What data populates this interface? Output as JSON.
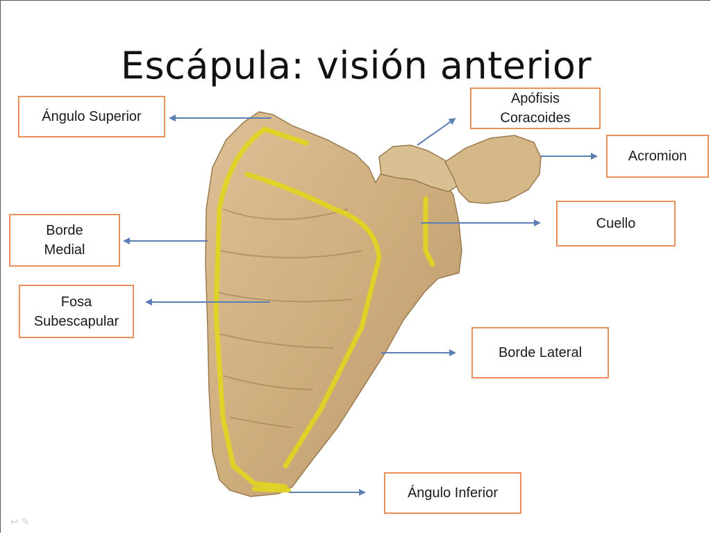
{
  "title": "Escápula: visión anterior",
  "labels": {
    "angulo_superior": "Ángulo Superior",
    "apofisis_coracoides": "Apófisis\nCoracoides",
    "acromion": "Acromion",
    "borde_medial": "Borde\nMedial",
    "cuello": "Cuello",
    "fosa_subescapular": "Fosa\nSubescapular",
    "borde_lateral": "Borde Lateral",
    "angulo_inferior": "Ángulo Inferior"
  },
  "colors": {
    "bone": "#cfae7e",
    "bone_shadow": "#a88658",
    "highlight": "#e3d51f",
    "arrow": "#5b7fb5",
    "box_border": "#e8905a"
  },
  "icons": [
    "slide-nav-icon",
    "pen-icon"
  ]
}
